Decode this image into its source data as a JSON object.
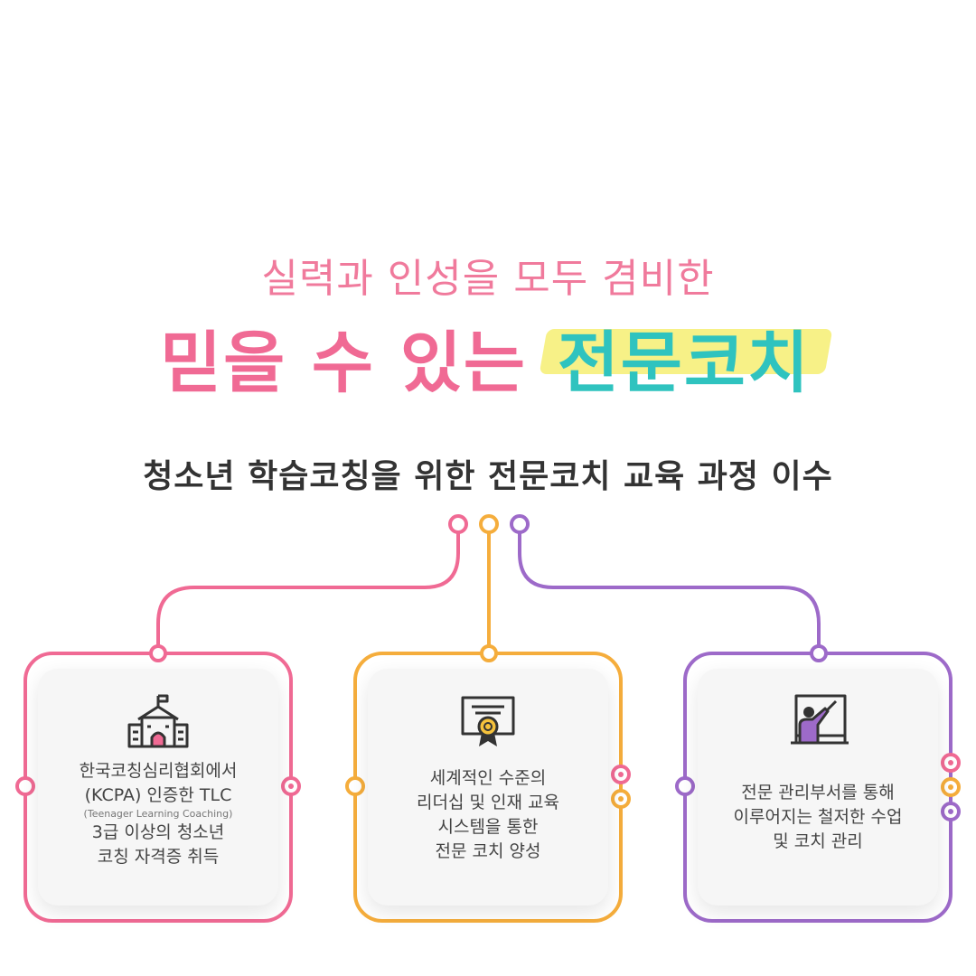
{
  "hero": {
    "tagline": "실력과 인성을 모두 겸비한",
    "headline_pink": "믿을 수 있는",
    "headline_teal": "전문코치"
  },
  "subtitle": "청소년 학습코칭을 위한 전문코치 교육 과정 이수",
  "colors": {
    "pink": "#f06a94",
    "orange": "#f5ad3c",
    "purple": "#9d6ac9",
    "teal": "#2fc3bf",
    "yellow_highlight": "#f6ef7a"
  },
  "cards": [
    {
      "icon": "school-building-icon",
      "line1": "한국코칭심리협회에서",
      "line2": "(KCPA) 인증한 TLC",
      "small": "(Teenager Learning Coaching)",
      "line3": "3급 이상의 청소년",
      "line4": "코칭 자격증 취득"
    },
    {
      "icon": "certificate-icon",
      "line1": "세계적인 수준의",
      "line2": "리더십 및 인재 교육",
      "line3": "시스템을 통한",
      "line4": "전문 코치 양성"
    },
    {
      "icon": "teacher-board-icon",
      "line1": "전문 관리부서를 통해",
      "line2": "이루어지는 철저한 수업",
      "line3": "및 코치 관리"
    }
  ]
}
